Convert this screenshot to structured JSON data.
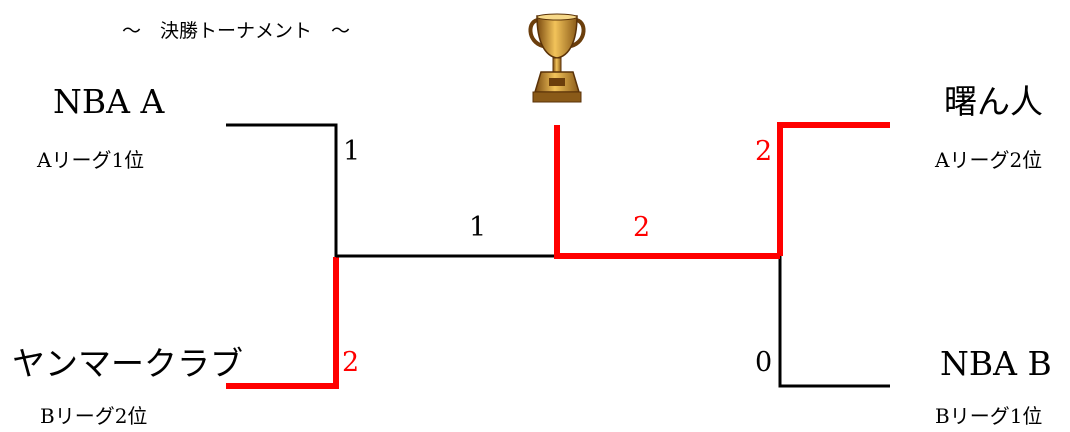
{
  "title": "～　決勝トーナメント　～",
  "colors": {
    "winner": "#ff0000",
    "line": "#000000"
  },
  "trophy": {
    "icon": "trophy-icon"
  },
  "teams": [
    {
      "name": "NBA A",
      "rank": "Aリーグ1位"
    },
    {
      "name": "ヤンマークラブ",
      "rank": "Bリーグ2位"
    },
    {
      "name": "曙ん人",
      "rank": "Aリーグ2位"
    },
    {
      "name": "NBA B",
      "rank": "Bリーグ1位"
    }
  ],
  "scores": {
    "left_semi_top": "1",
    "left_semi_bottom": "2",
    "final_left": "1",
    "final_right": "2",
    "right_semi_top": "2",
    "right_semi_bottom": "0"
  }
}
